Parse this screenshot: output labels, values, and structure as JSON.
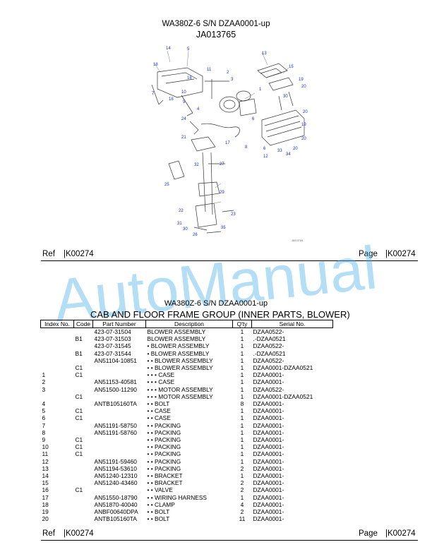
{
  "header": {
    "model_line": "WA380Z-6 S/N DZAA0001-up",
    "figure_id": "JA013765"
  },
  "diagram": {
    "callouts": [
      "14",
      "5",
      "18",
      "16",
      "11",
      "10",
      "7",
      "9",
      "18",
      "4",
      "2",
      "3",
      "1",
      "6",
      "13",
      "15",
      "19",
      "20",
      "30",
      "20",
      "19",
      "20",
      "24",
      "17",
      "21",
      "8",
      "6",
      "33",
      "34",
      "12",
      "20",
      "32",
      "27",
      "25",
      "29",
      "22",
      "23",
      "31",
      "35",
      "30",
      "26"
    ],
    "small_code": "JA013765"
  },
  "ref_top": {
    "ref_label": "Ref",
    "ref_value": "|K00274",
    "page_label": "Page",
    "page_value": "|K00274"
  },
  "watermark": "AutoManual",
  "section": {
    "model_line": "WA380Z-6 S/N DZAA0001-up",
    "group_title": "CAB AND FLOOR FRAME GROUP (INNER PARTS, BLOWER)"
  },
  "table": {
    "headers": [
      "Index No.",
      "Code",
      "Part Number",
      "Description",
      "Q'ty",
      "Serial No."
    ],
    "rows": [
      [
        "",
        "",
        "423-07-31504",
        "BLOWER ASSEMBLY",
        "1",
        "DZAA0522-"
      ],
      [
        "",
        "B1",
        "423-07-31503",
        "BLOWER ASSEMBLY",
        "1",
        ".-DZAA0521"
      ],
      [
        "",
        "",
        "423-07-31545",
        "• BLOWER ASSEMBLY",
        "1",
        "DZAA0522-"
      ],
      [
        "",
        "B1",
        "423-07-31544",
        "• BLOWER ASSEMBLY",
        "1",
        ".-DZAA0521"
      ],
      [
        "",
        "",
        "AN51104-10851",
        "• • BLOWER ASSEMBLY",
        "1",
        "DZAA0522-"
      ],
      [
        "",
        "C1",
        "",
        "• • BLOWER ASSEMBLY",
        "1",
        "DZAA0001-DZAA0521"
      ],
      [
        "1",
        "C1",
        "",
        "• • • CASE",
        "1",
        "DZAA0001-"
      ],
      [
        "2",
        "",
        "AN51153-40581",
        "• • • CASE",
        "1",
        "DZAA0001-"
      ],
      [
        "3",
        "",
        "AN51500-11290",
        "• • • MOTOR ASSEMBLY",
        "1",
        "DZAA0522-"
      ],
      [
        "",
        "C1",
        "",
        "• • • MOTOR ASSEMBLY",
        "1",
        "DZAA0001-DZAA0521"
      ],
      [
        "4",
        "",
        "ANTB105160TA",
        "• • BOLT",
        "8",
        "DZAA0001-"
      ],
      [
        "5",
        "C1",
        "",
        "• • CASE",
        "1",
        "DZAA0001-"
      ],
      [
        "6",
        "C1",
        "",
        "• • CASE",
        "1",
        "DZAA0001-"
      ],
      [
        "7",
        "",
        "AN51191-58750",
        "• • PACKING",
        "1",
        "DZAA0001-"
      ],
      [
        "8",
        "",
        "AN51191-58760",
        "• • PACKING",
        "1",
        "DZAA0001-"
      ],
      [
        "9",
        "C1",
        "",
        "• • PACKING",
        "1",
        "DZAA0001-"
      ],
      [
        "10",
        "C1",
        "",
        "• • PACKING",
        "1",
        "DZAA0001-"
      ],
      [
        "11",
        "C1",
        "",
        "• • PACKING",
        "1",
        "DZAA0001-"
      ],
      [
        "12",
        "",
        "AN51191-59460",
        "• • PACKING",
        "1",
        "DZAA0001-"
      ],
      [
        "13",
        "",
        "AN51194-53610",
        "• • PACKING",
        "2",
        "DZAA0001-"
      ],
      [
        "14",
        "",
        "AN51240-12310",
        "• • BRACKET",
        "1",
        "DZAA0001-"
      ],
      [
        "15",
        "",
        "AN51240-43460",
        "• • BRACKET",
        "2",
        "DZAA0001-"
      ],
      [
        "16",
        "C1",
        "",
        "• • VALVE",
        "2",
        "DZAA0001-"
      ],
      [
        "17",
        "",
        "AN51550-18790",
        "• • WIRING HARNESS",
        "1",
        "DZAA0001-"
      ],
      [
        "18",
        "",
        "AN51870-40040",
        "• • CLAMP",
        "4",
        "DZAA0001-"
      ],
      [
        "19",
        "",
        "ANBF00640DPA",
        "• • BOLT",
        "2",
        "DZAA0001-"
      ],
      [
        "20",
        "",
        "ANTB105160TA",
        "• • BOLT",
        "11",
        "DZAA0001-"
      ]
    ]
  },
  "ref_bottom": {
    "ref_label": "Ref",
    "ref_value": "|K00274",
    "page_label": "Page",
    "page_value": "|K00274"
  }
}
